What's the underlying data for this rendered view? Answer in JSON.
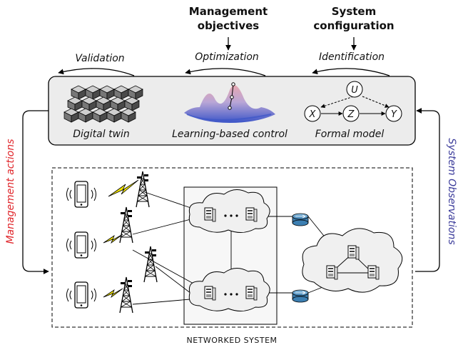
{
  "top_inputs": {
    "management_objectives": [
      "Management",
      "objectives"
    ],
    "system_configuration": [
      "System",
      "configuration"
    ]
  },
  "arcs": {
    "validation": "Validation",
    "optimization": "Optimization",
    "identification": "Identification"
  },
  "panel": {
    "digital_twin": "Digital twin",
    "learning_control": "Learning-based control",
    "formal_model": "Formal model",
    "nodes": {
      "u": "U",
      "x": "X",
      "z": "Z",
      "y": "Y"
    }
  },
  "side_labels": {
    "management_actions": "Management actions",
    "system_observations": "System Observations"
  },
  "networked_system": "NETWORKED SYSTEM",
  "colors": {
    "panel_fill": "#ececec",
    "management_actions": "#e0262b",
    "system_observations": "#3b3b9a",
    "lightning": "#f2e500",
    "router": "#5a9bc8",
    "surface_top": "#4a5fd0",
    "surface_peak": "#e7a7b0"
  }
}
